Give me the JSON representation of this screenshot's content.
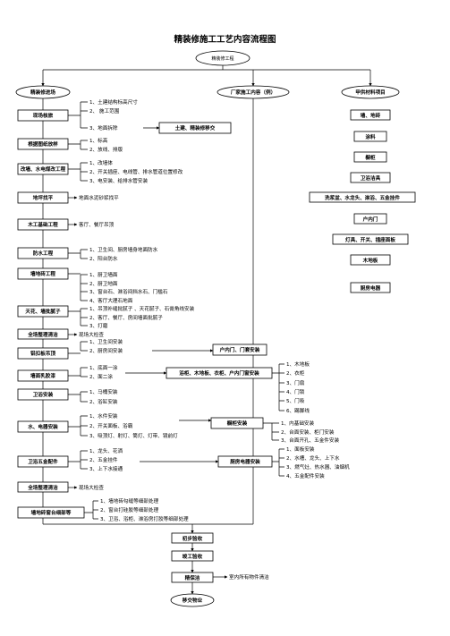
{
  "title": "精装修施工工艺内容流程图",
  "start": "精装修工程",
  "columns": {
    "construction": "精装修进场",
    "factory": "厂家施工内容（例）",
    "owner": "甲供材料项目"
  },
  "left_steps": [
    {
      "label": "现场核旅",
      "items": [
        "1、土建结构标高尺寸",
        "2、    施工范围",
        "3、地面拆除"
      ]
    },
    {
      "label": "根据图纸放样",
      "items": [
        "1、标高",
        "2、放线、排版"
      ]
    },
    {
      "label": "改墙、水电煤改工程",
      "items": [
        "1、改墙体",
        "2、开关插座、电线管、排水管道位置修改",
        "3、电安装、给排水管安装"
      ]
    },
    {
      "label": "地坪找平",
      "items": [
        "地面水泥砂浆找平"
      ]
    },
    {
      "label": "木工基础工程",
      "items": [
        "客厅、餐厅吊顶"
      ]
    },
    {
      "label": "防水工程",
      "items": [
        "1、卫生间、厨房墙身地面防水",
        "2、阳台防水"
      ]
    },
    {
      "label": "墙地砖工程",
      "items": [
        "1、厨卫墙面",
        "2、厨卫地面",
        "3、窗台石、淋浴间挡水石、门槛石",
        "4、客厅大理石地面"
      ]
    },
    {
      "label": "天花、墙批腻子",
      "items": [
        "1、吊顶补缝批腻子 、天花腻子、石膏角线安装",
        "2、客厅、餐厅、房间墙面批腻子",
        "3、打磨"
      ]
    },
    {
      "label": "全场整理清洁",
      "items": [
        "现场大检查"
      ]
    },
    {
      "label": "铝扣板吊顶",
      "items": [
        "1、卫生间安装",
        "2、厨房间安装"
      ]
    },
    {
      "label": "墙面乳胶漆",
      "items": [
        "1、底面一涂",
        "2、面二涂"
      ]
    },
    {
      "label": "卫浴安装",
      "items": [
        "1、马桶安装",
        "2、浴缸安装"
      ]
    },
    {
      "label": "水、电器安装",
      "items": [
        "1、水件安装",
        "2、开关面板、浴霸",
        "3、吸顶灯、射灯、筒灯、灯带、镜前灯"
      ]
    },
    {
      "label": "卫浴五金配件",
      "items": [
        "1、龙头、花洒",
        "2、五金挂件",
        "3、上下水接通"
      ]
    },
    {
      "label": "全场整理清洁",
      "items": [
        "现场大检查"
      ]
    },
    {
      "label": "墙地砖窗台细部等",
      "items": [
        "1、墙地砖勾缝等细部处理",
        "2、窗台打硅胶等细部处理",
        "3、卫浴、浴柜、淋浴房打胶等细部处理"
      ]
    }
  ],
  "intersection": "土建、精装修移交",
  "factory_steps": [
    {
      "label": "户内门、门套安装",
      "items": []
    },
    {
      "label": "浴柜、木地板、衣柜、户内门窗安装",
      "items": [
        "1、木地板",
        "2、衣柜",
        "3、门扇",
        "4、门锁",
        "5、门吸",
        "6、踢脚线"
      ]
    },
    {
      "label": "橱柜安装",
      "items": [
        "1、内基础安装",
        "2、台面安装、柜门安装",
        "3、台面开孔、五金件安装"
      ]
    },
    {
      "label": "厨房电器安装",
      "items": [
        "1、面板安装",
        "2、水槽、龙头、上下水",
        "3、燃气灶、热水器、油烟机",
        "4、五金配件安装"
      ]
    }
  ],
  "owner_items": [
    "墙、地砖",
    "涂料",
    "橱柜",
    "卫浴洁具",
    "洗浆盆、水龙头、淋浴、五金挂件",
    "户内门",
    "灯具、开关、插座面板",
    "木地板",
    "厨房电器"
  ],
  "final_steps": [
    "初步验收",
    "竣工验收",
    "精保洁",
    "移交物业"
  ],
  "final_note": "室内所有物件清洁"
}
